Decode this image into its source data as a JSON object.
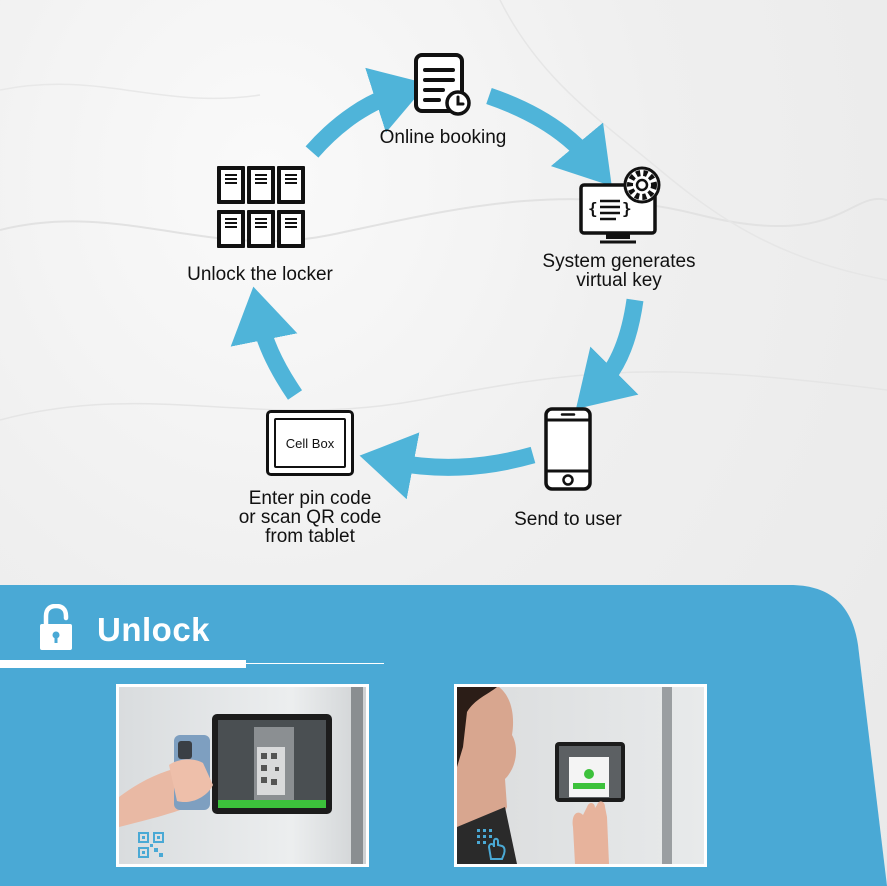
{
  "steps": {
    "online_booking": "Online booking",
    "system_generates": "System generates\nvirtual key",
    "send_to_user": "Send to user",
    "enter_pin": "Enter pin code\nor scan QR code\nfrom tablet",
    "unlock_locker": "Unlock the locker",
    "tablet_screen_text": "Cell Box"
  },
  "panel": {
    "title": "Unlock"
  },
  "photos": [
    {
      "icon": "qr-code-icon"
    },
    {
      "icon": "keypad-touch-icon"
    }
  ],
  "colors": {
    "arrow": "#4fb4d9",
    "panel": "#4aa9d5",
    "icon_stroke": "#111111",
    "success_green": "#3cc13b"
  }
}
